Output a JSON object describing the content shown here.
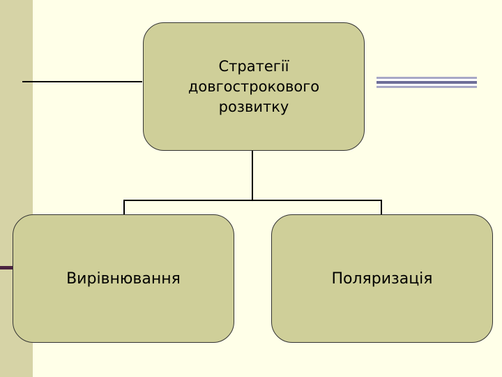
{
  "diagram": {
    "type": "org-chart",
    "root": {
      "label": "Стратегії\nдовгострокового\nрозвитку"
    },
    "children": [
      {
        "label": "Вирівнювання"
      },
      {
        "label": "Поляризація"
      }
    ]
  },
  "colors": {
    "background": "#FFFFE8",
    "node_fill": "#CFCF99",
    "node_border": "#333333",
    "left_band": "#D6D3A6",
    "accent": "#4A2340"
  }
}
